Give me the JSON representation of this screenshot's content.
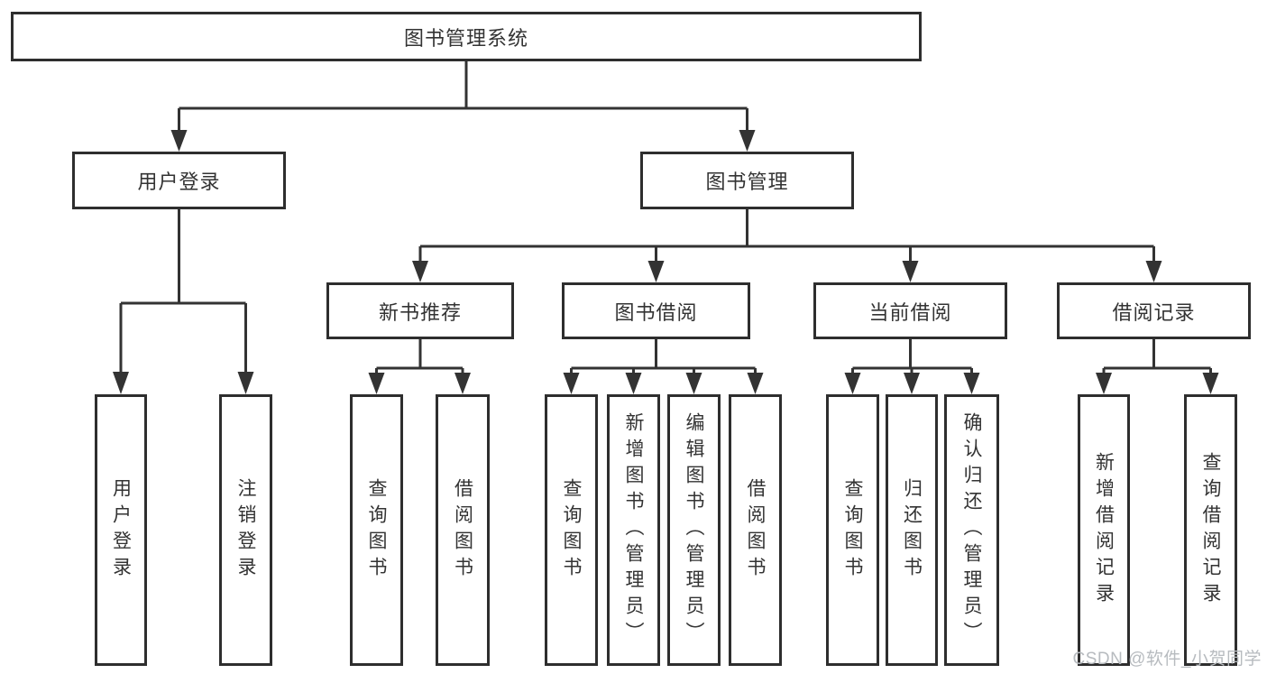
{
  "tree": {
    "label": "图书管理系统",
    "children": [
      {
        "label": "用户登录",
        "children": [
          {
            "label": "用户登录"
          },
          {
            "label": "注销登录"
          }
        ]
      },
      {
        "label": "图书管理",
        "children": [
          {
            "label": "新书推荐",
            "children": [
              {
                "label": "查询图书"
              },
              {
                "label": "借阅图书"
              }
            ]
          },
          {
            "label": "图书借阅",
            "children": [
              {
                "label": "查询图书"
              },
              {
                "label": "新增图书（管理员）"
              },
              {
                "label": "编辑图书（管理员）"
              },
              {
                "label": "借阅图书"
              }
            ]
          },
          {
            "label": "当前借阅",
            "children": [
              {
                "label": "查询图书"
              },
              {
                "label": "归还图书"
              },
              {
                "label": "确认归还（管理员）"
              }
            ]
          },
          {
            "label": "借阅记录",
            "children": [
              {
                "label": "新增借阅记录"
              },
              {
                "label": "查询借阅记录"
              }
            ]
          }
        ]
      }
    ]
  },
  "watermark": "CSDN @软件_小贺同学",
  "colors": {
    "line": "#333333",
    "box_border": "#2e2e2e",
    "text": "#333333",
    "background": "#ffffff",
    "watermark": "#b7bbbf"
  }
}
